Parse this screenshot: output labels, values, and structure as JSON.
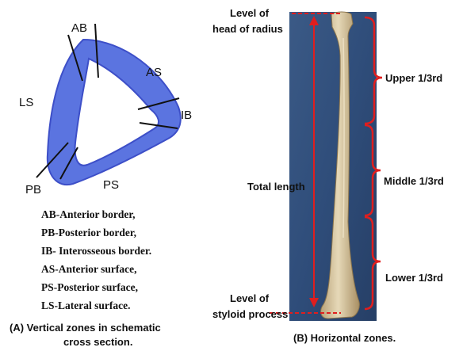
{
  "panel_a": {
    "labels": {
      "ab": "AB",
      "as": "AS",
      "ls": "LS",
      "ib": "IB",
      "pb": "PB",
      "ps": "PS"
    },
    "legend": [
      "AB-Anterior border,",
      "PB-Posterior border,",
      "IB- Interosseous border.",
      "AS-Anterior surface,",
      "PS-Posterior surface,",
      "LS-Lateral surface."
    ],
    "caption_line1": "(A)  Vertical zones in schematic",
    "caption_line2": "cross section."
  },
  "panel_b": {
    "level_head_line1": "Level of",
    "level_head_line2": "head of radius",
    "level_styloid_line1": "Level of",
    "level_styloid_line2": "styloid process",
    "total_length": "Total length",
    "upper": "Upper 1/3rd",
    "middle": "Middle 1/3rd",
    "lower": "Lower 1/3rd",
    "caption": "(B) Horizontal zones."
  },
  "colors": {
    "ring_fill": "#5b74e0",
    "ring_stroke": "#3d4fc8",
    "annotation_red": "#e01e1e",
    "photo_background": "#2f4d7a",
    "bone": "#d9cba6",
    "text": "#111111"
  }
}
